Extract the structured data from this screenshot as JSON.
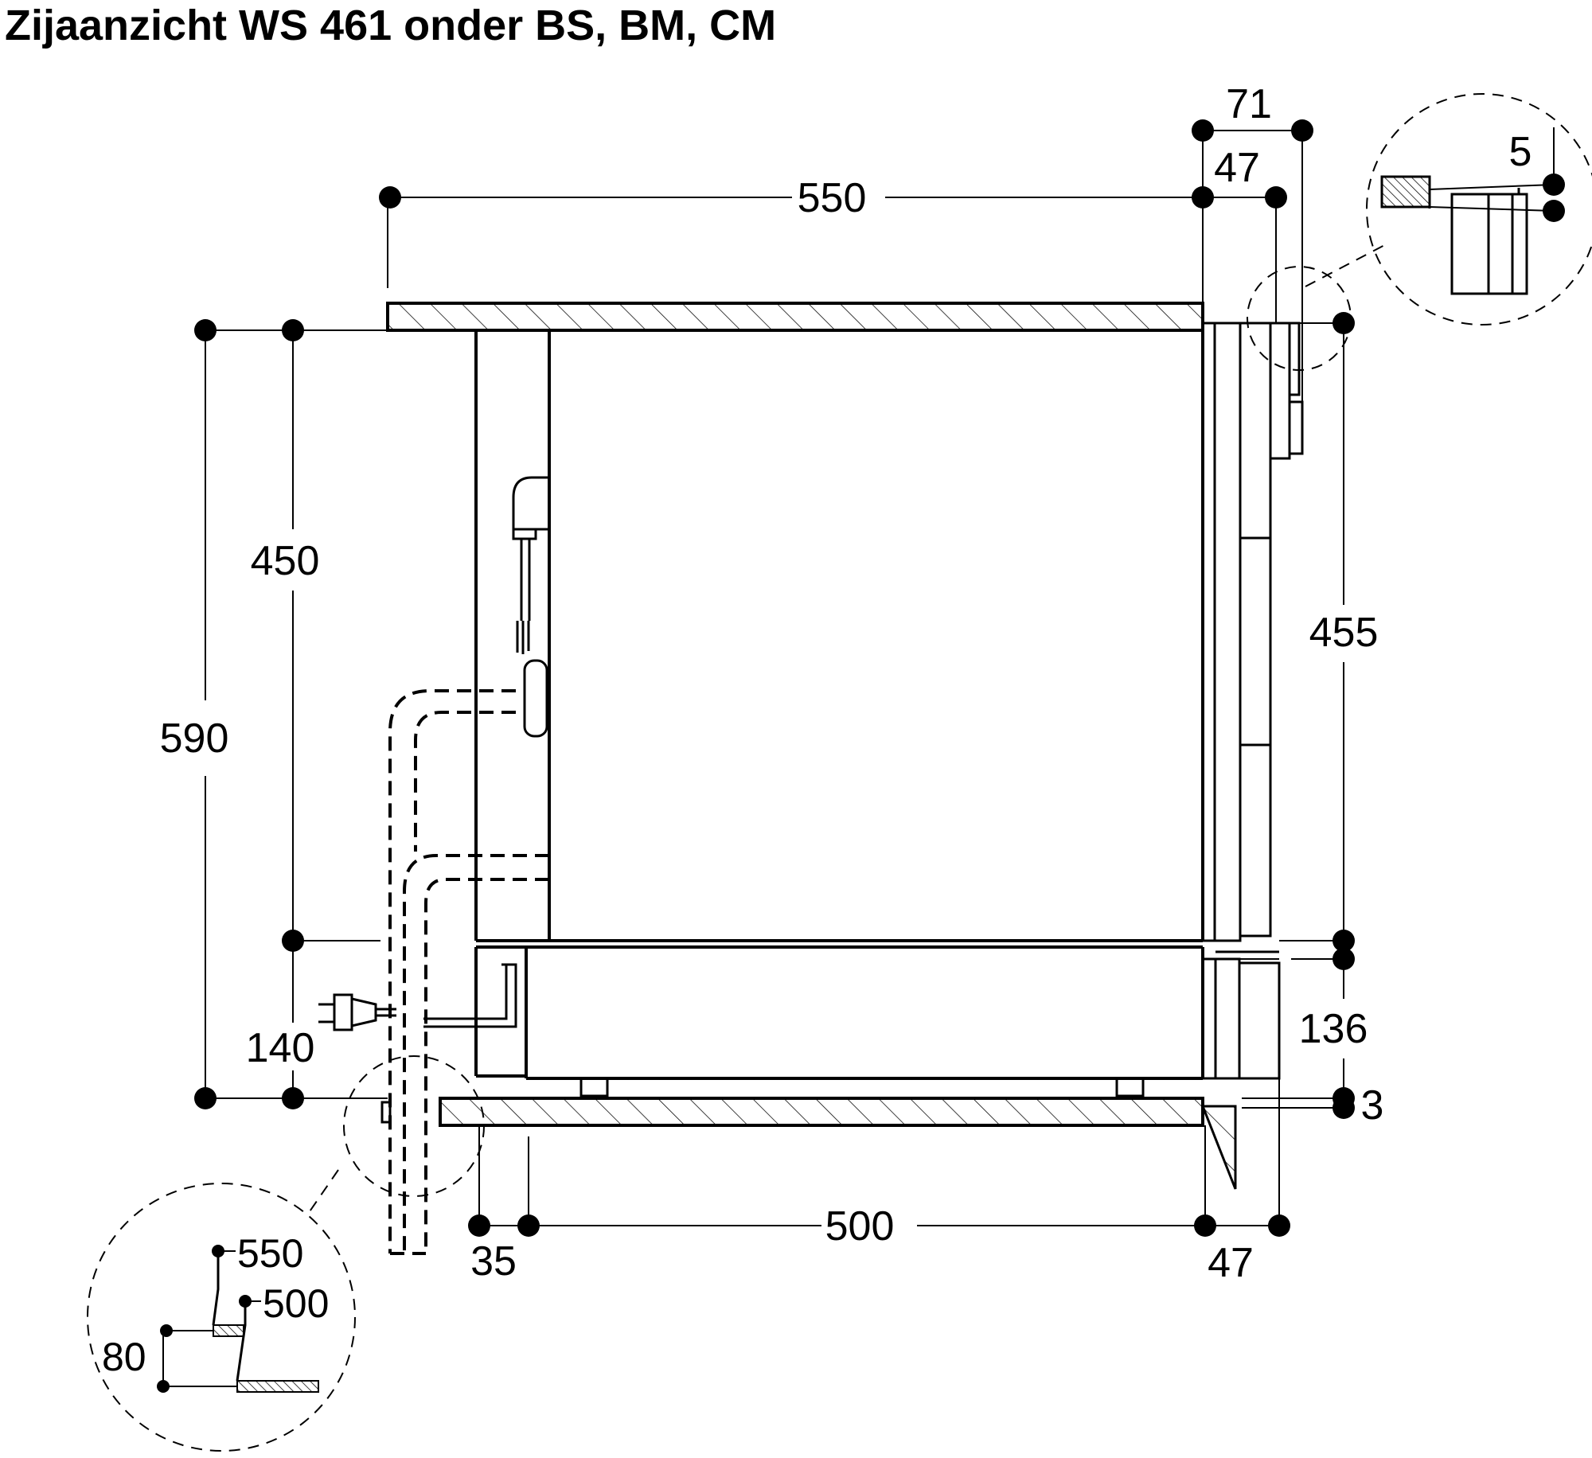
{
  "title": "Zijaanzicht WS 461 onder BS, BM, CM",
  "dimensions": {
    "top_depth": "550",
    "top_right_71": "71",
    "top_right_47": "47",
    "detail_gap": "5",
    "height_450": "450",
    "height_590": "590",
    "height_455": "455",
    "height_140": "140",
    "height_136": "136",
    "gap_3": "3",
    "bottom_500": "500",
    "bottom_35": "35",
    "bottom_47": "47",
    "detail_550": "550",
    "detail_500": "500",
    "detail_80": "80"
  }
}
